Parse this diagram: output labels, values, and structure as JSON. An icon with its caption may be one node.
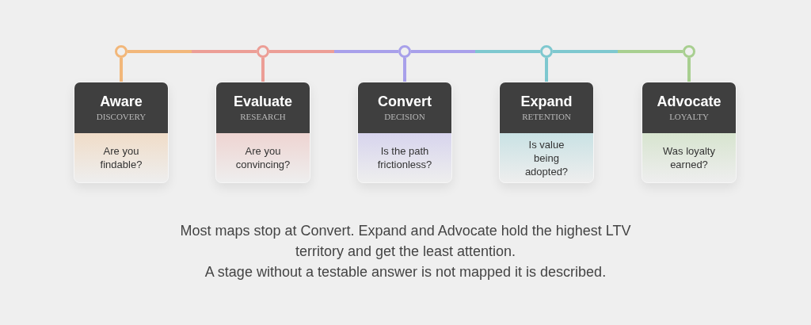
{
  "diagram": {
    "nodes": [
      {
        "text": [],
        "shape": "circle"
      },
      {
        "text": [],
        "shape": "circle"
      },
      {
        "text": [],
        "shape": "circle"
      },
      {
        "text": [],
        "shape": "circle"
      },
      {
        "text": [],
        "shape": "circle"
      },
      {
        "text": [
          "Aware",
          "DISCOVERY",
          "Are you findable?"
        ]
      },
      {
        "text": [
          "Evaluate",
          "RESEARCH",
          "Are you convincing?"
        ]
      },
      {
        "text": [
          "Convert",
          "DECISION",
          "Is the path frictionless?"
        ]
      },
      {
        "text": [
          "Expand",
          "RETENTION",
          "Is value being adopted?"
        ]
      },
      {
        "text": [
          "Advocate",
          "LOYALTY",
          "Was loyalty earned?"
        ]
      }
    ],
    "edges": [
      {
        "from": 0,
        "to": 5,
        "arrow": "none",
        "color": "#f2b77a"
      },
      {
        "from": 1,
        "to": 6,
        "arrow": "none",
        "color": "#ec9e96"
      },
      {
        "from": 2,
        "to": 7,
        "arrow": "none",
        "color": "#a8a0ea"
      },
      {
        "from": 3,
        "to": 8,
        "arrow": "none",
        "color": "#7ec8cf"
      },
      {
        "from": 4,
        "to": 9,
        "arrow": "none",
        "color": "#a8cf90"
      },
      {
        "from": 0,
        "to": 1,
        "arrow": "none",
        "color": "#f2b77a"
      },
      {
        "from": 1,
        "to": 2,
        "arrow": "none",
        "color": "#ec9e96"
      },
      {
        "from": 2,
        "to": 3,
        "arrow": "none",
        "color": "#a8a0ea"
      },
      {
        "from": 3,
        "to": 4,
        "arrow": "none",
        "color": "#7ec8cf"
      }
    ],
    "labels": [
      "Most maps stop at Convert. Expand and Advocate hold the highest LTV territory and get the least attention.",
      "A stage without a testable answer is not mapped it is described."
    ]
  }
}
